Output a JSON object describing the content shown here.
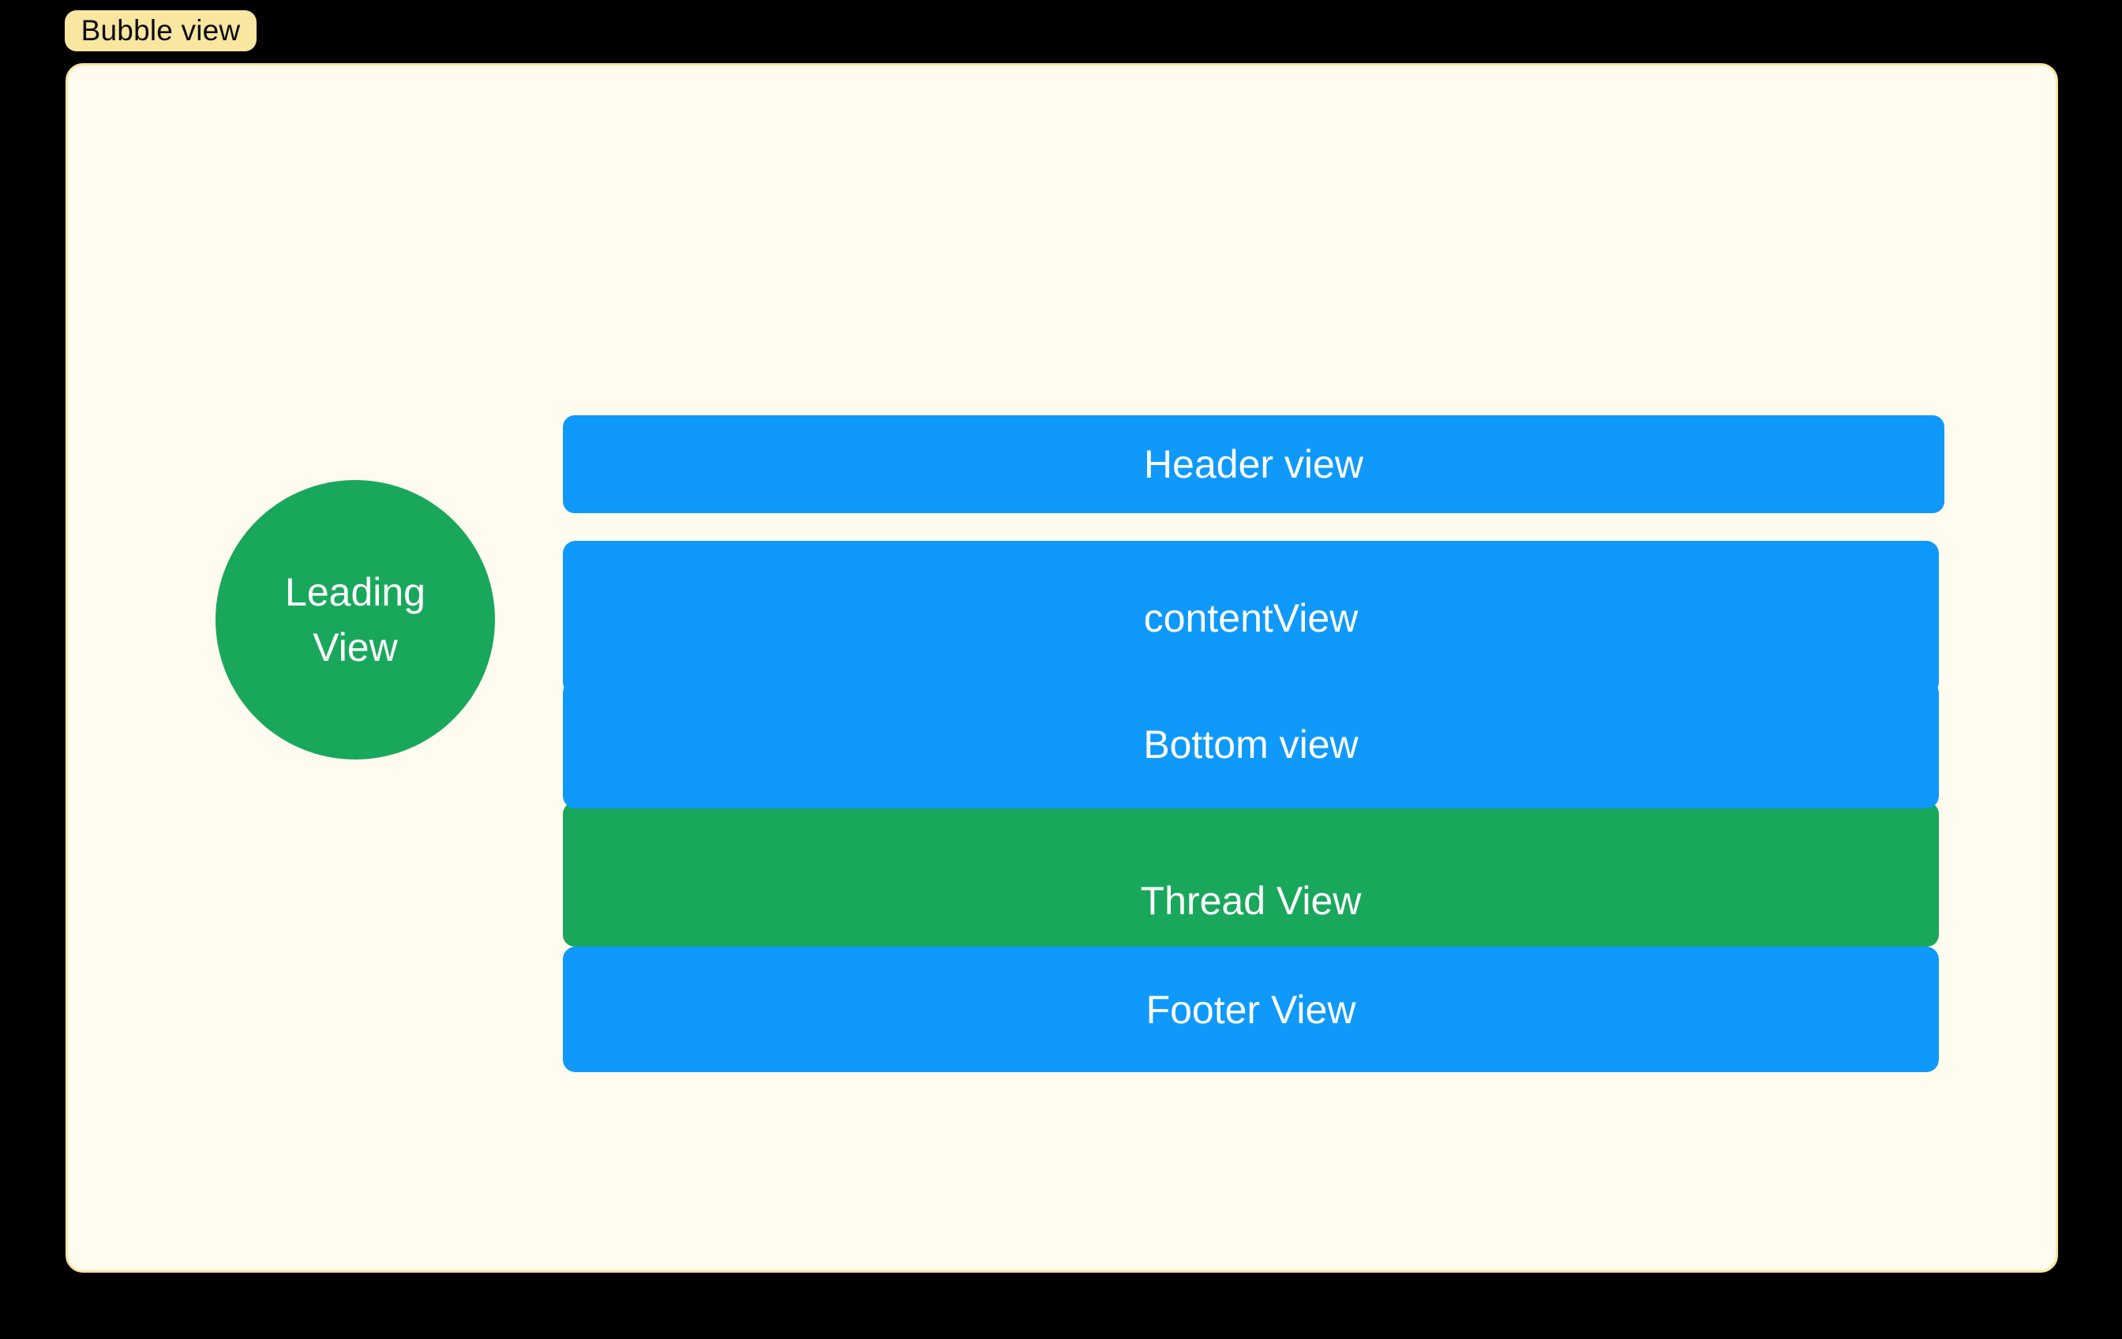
{
  "colors": {
    "background": "#000000",
    "blue": "#0e99fb",
    "green": "#19a75c",
    "panel_fill": "#fffbee",
    "panel_border": "#f8e4a3",
    "tag_fill": "#f8e6a1",
    "tag_text": "#0b0b0b",
    "label_text": "#ffffff"
  },
  "tag": {
    "label": "Bubble view"
  },
  "bubble": {
    "leading_view": {
      "line1": "Leading",
      "line2": "View"
    },
    "bars": [
      {
        "name": "header-view",
        "label": "Header view",
        "color": "blue"
      },
      {
        "name": "content-view",
        "label": "contentView",
        "color": "blue"
      },
      {
        "name": "bottom-view",
        "label": "Bottom view",
        "color": "blue"
      },
      {
        "name": "thread-view",
        "label": "Thread View",
        "color": "green"
      },
      {
        "name": "footer-view",
        "label": "Footer View",
        "color": "blue"
      }
    ]
  }
}
